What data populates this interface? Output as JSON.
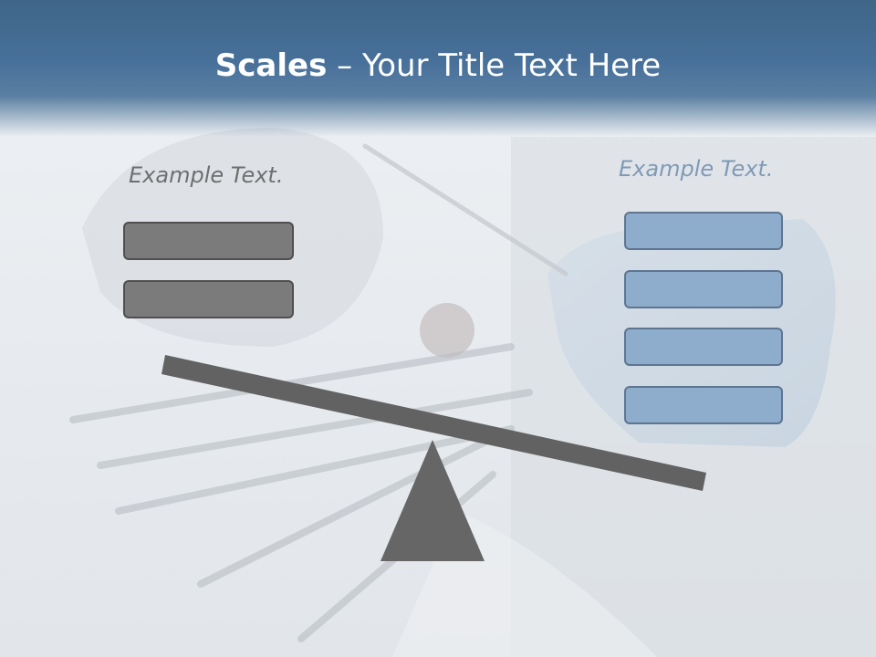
{
  "title": {
    "bold": "Scales",
    "rest": " – Your Title Text Here"
  },
  "left": {
    "caption": "Example Text.",
    "box_count": 2
  },
  "right": {
    "caption": "Example Text.",
    "box_count": 4
  },
  "colors": {
    "header": "#47709a",
    "gray_box": "#7b7b7b",
    "blue_box": "#8eaccb",
    "beam": "#626262",
    "fulcrum": "#666666"
  }
}
